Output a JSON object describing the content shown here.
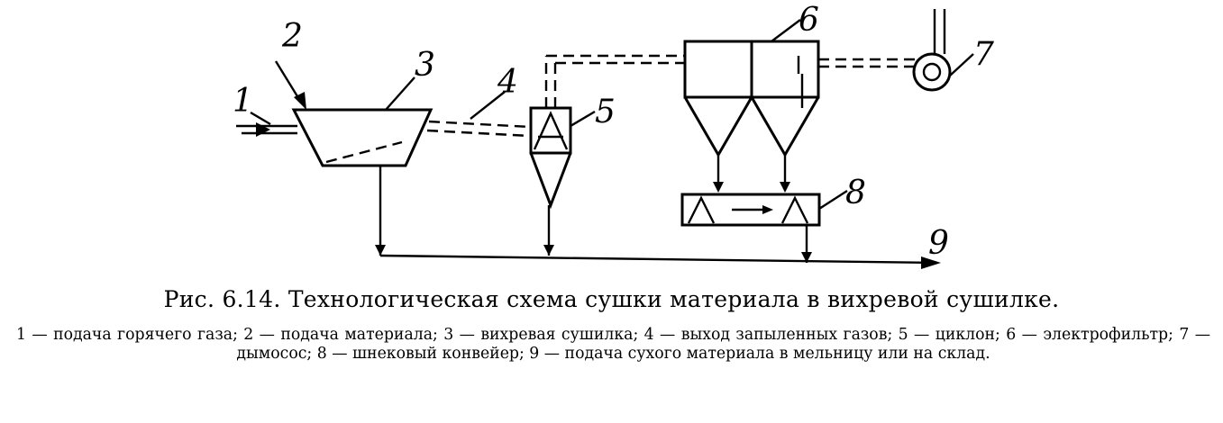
{
  "figure": {
    "number": "Рис. 6.14.",
    "title": "Технологическая схема сушки материала в вихревой сушилке.",
    "legend": "1 — подача горячего газа; 2 — подача материала; 3 — вихревая сушилка; 4 — выход запыленных газов; 5 — циклон; 6 — электрофильтр; 7 — дымосос; 8 — шнековый конвейер; 9 — подача сухого материала в мельницу или на склад."
  },
  "labels": {
    "l1": "1",
    "l2": "2",
    "l3": "3",
    "l4": "4",
    "l5": "5",
    "l6": "6",
    "l7": "7",
    "l8": "8",
    "l9": "9"
  },
  "components": [
    {
      "id": "1",
      "name": "подача горячего газа"
    },
    {
      "id": "2",
      "name": "подача материала"
    },
    {
      "id": "3",
      "name": "вихревая сушилка"
    },
    {
      "id": "4",
      "name": "выход запыленных газов"
    },
    {
      "id": "5",
      "name": "циклон"
    },
    {
      "id": "6",
      "name": "электрофильтр"
    },
    {
      "id": "7",
      "name": "дымосос"
    },
    {
      "id": "8",
      "name": "шнековый конвейер"
    },
    {
      "id": "9",
      "name": "подача сухого материала в мельницу или на склад"
    }
  ]
}
